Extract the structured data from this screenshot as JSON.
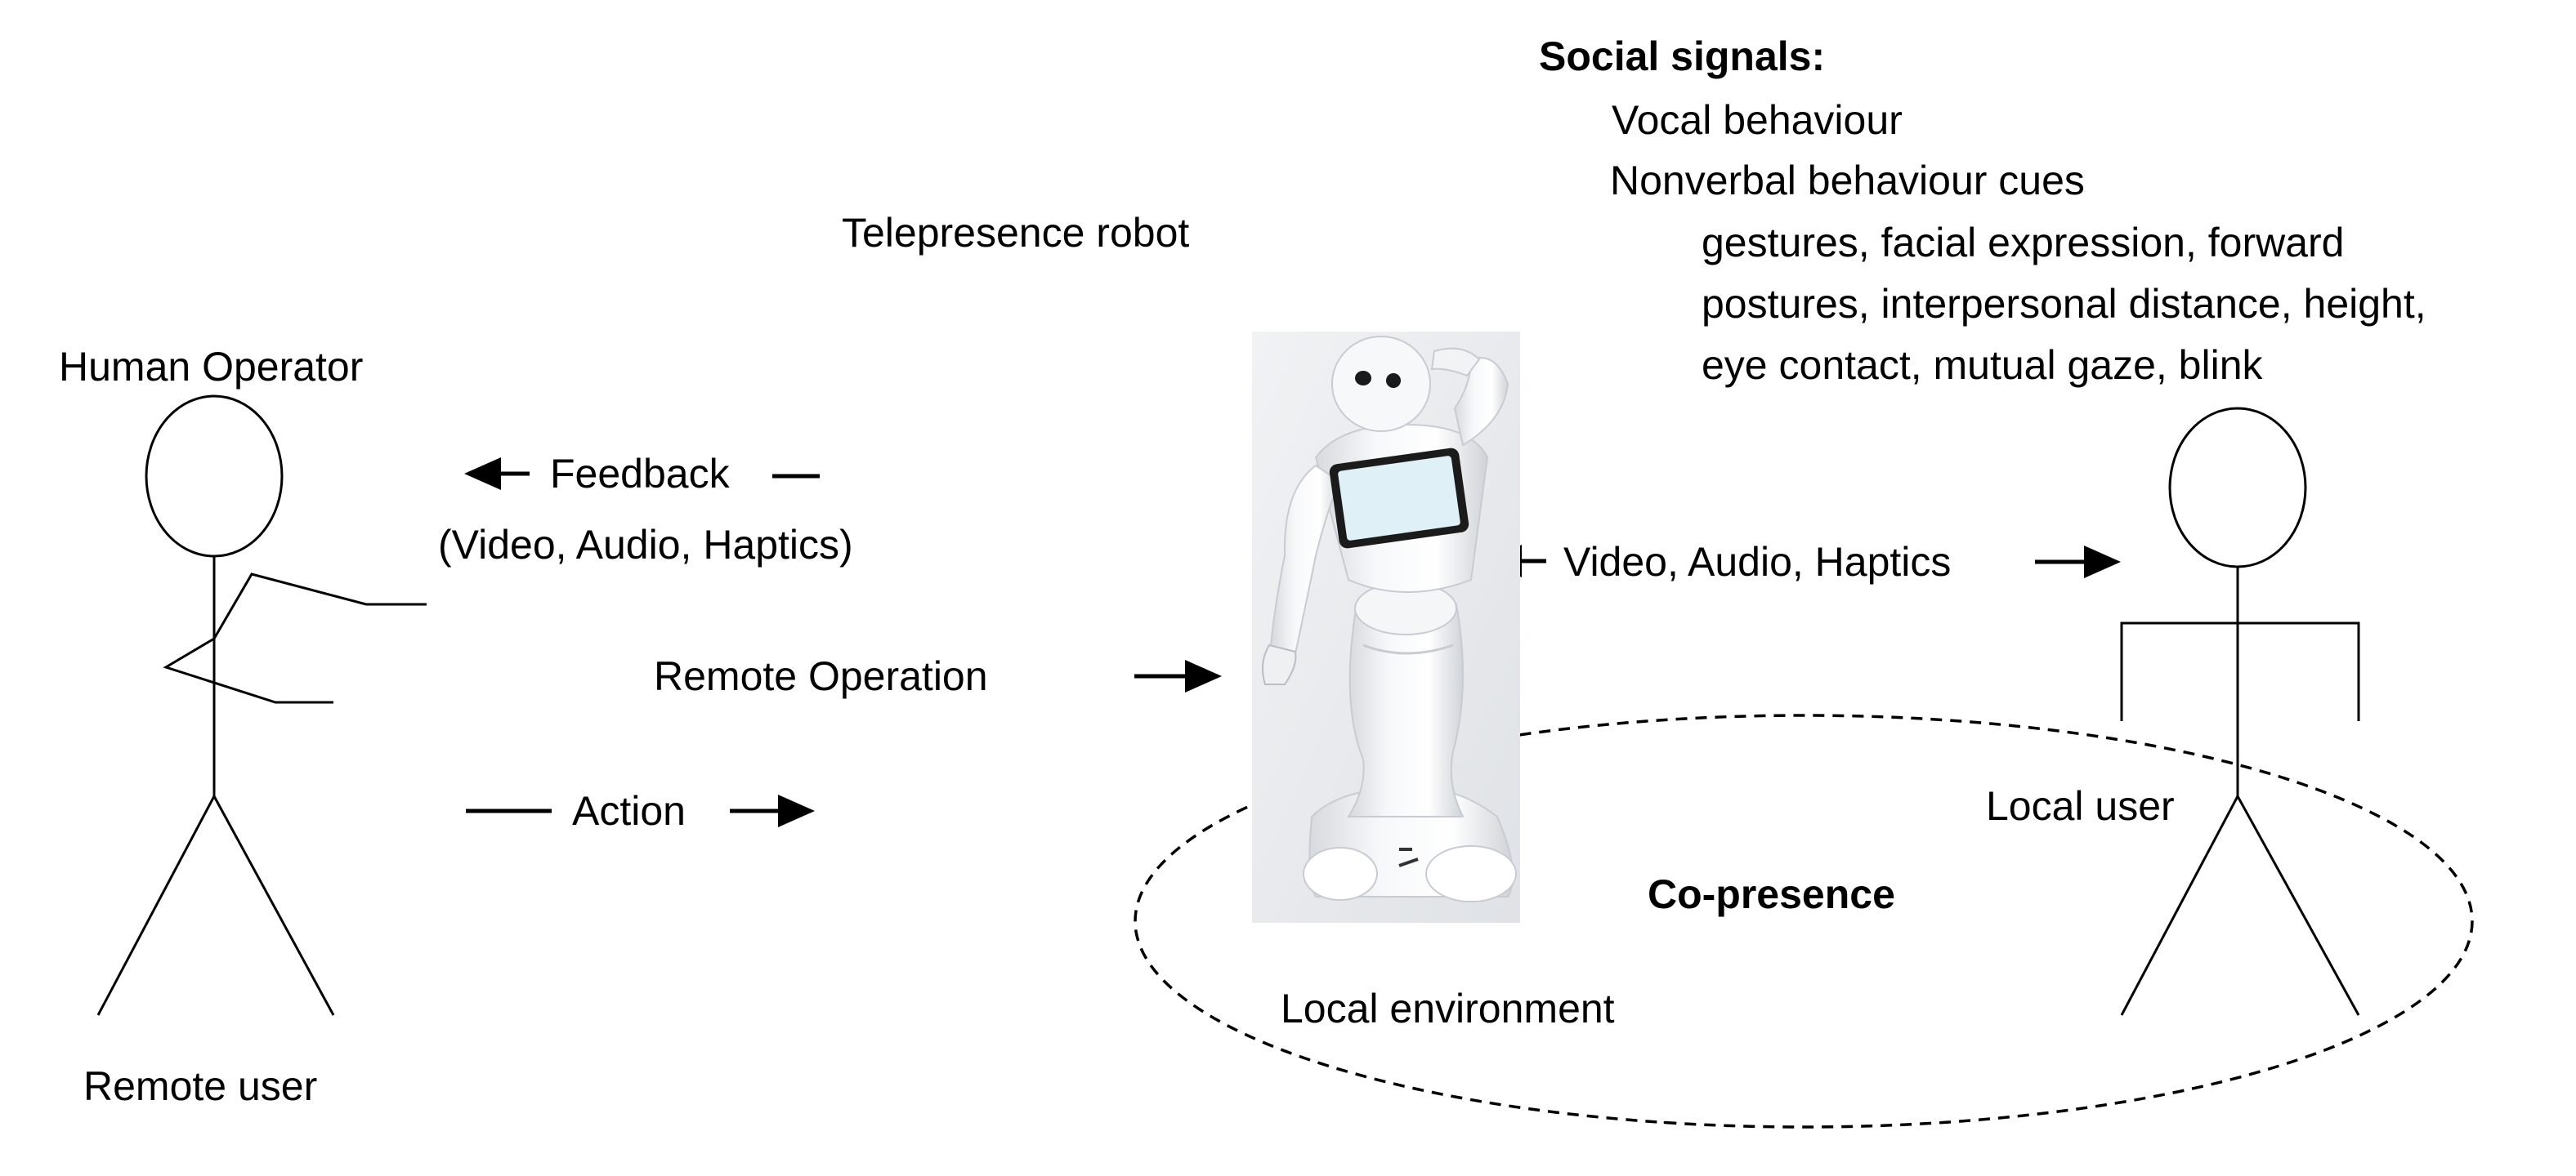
{
  "labels": {
    "social_signals_title": "Social signals:",
    "vocal_behaviour": "Vocal behaviour",
    "nonverbal_cues": "Nonverbal behaviour cues",
    "nonverbal_detail_1": "gestures, facial expression, forward",
    "nonverbal_detail_2": "postures, interpersonal distance, height,",
    "nonverbal_detail_3": "eye contact, mutual gaze, blink",
    "telepresence_robot": "Telepresence robot",
    "human_operator": "Human Operator",
    "feedback": "Feedback",
    "feedback_channels": "(Video, Audio, Haptics)",
    "video_audio_haptics": "Video, Audio, Haptics",
    "remote_operation": "Remote Operation",
    "action": "Action",
    "local_user": "Local user",
    "co_presence": "Co-presence",
    "local_environment": "Local environment",
    "remote_user": "Remote user"
  },
  "colors": {
    "line": "#000000",
    "robot_body": "#f2f3f5",
    "robot_shadow": "#c9ccd2",
    "tablet_screen": "#dff1f6",
    "photo_bg": "#e9ebee"
  }
}
